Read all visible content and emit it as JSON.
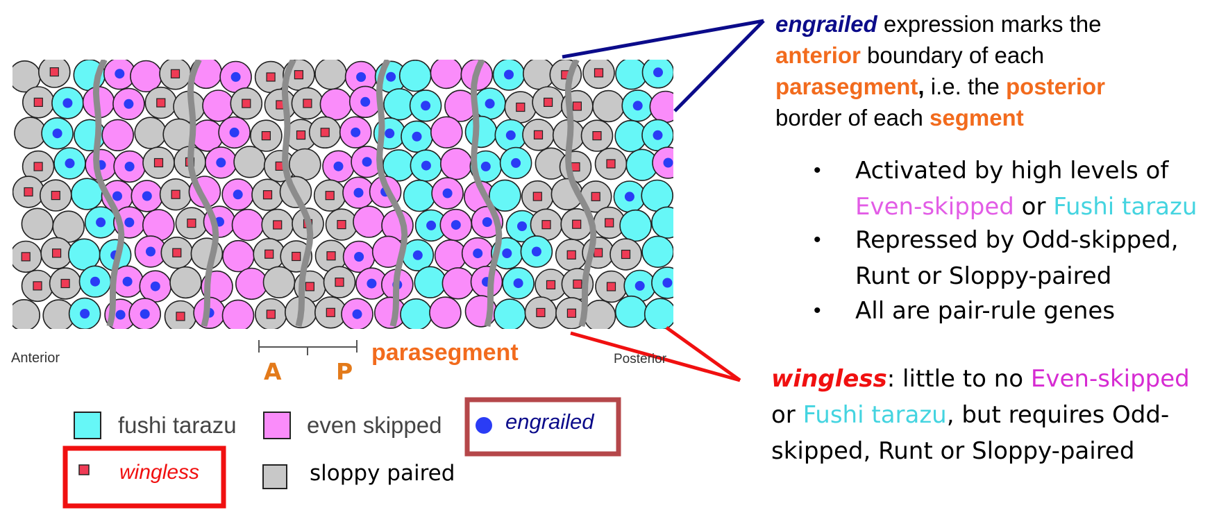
{
  "diagram": {
    "anterior_label": "Anterior",
    "posterior_label": "Posterior",
    "A_label": "A",
    "P_label": "P",
    "parasegment_label": "parasegment",
    "colors": {
      "fushi_tarazu": "#66f7f7",
      "even_skipped": "#fa8cfa",
      "sloppy_paired": "#c8c8c8",
      "engrailed_dot": "#2a3cf5",
      "wingless_marker": "#ef3b55",
      "boundary": "#8c8c8c"
    }
  },
  "legend": {
    "fushi_tarazu": "fushi tarazu",
    "even_skipped": "even skipped",
    "engrailed": "engrailed",
    "wingless": "wingless",
    "sloppy_paired": "sloppy paired"
  },
  "description": {
    "engrailed_word": "engrailed",
    "t1": " expression marks the",
    "anterior_word": "anterior",
    "t2": " boundary of each",
    "parasegment_word": "parasegment",
    "comma": ",",
    "t3": " i.e. the ",
    "posterior_word": "posterior",
    "t4": "border of each ",
    "segment_word": "segment"
  },
  "bullets": [
    {
      "a": "Activated by high levels of",
      "b_pink": "Even-skipped",
      "b_mid": " or ",
      "b_cyan": "Fushi tarazu"
    },
    {
      "a": "Repressed by Odd-skipped,",
      "b": "Runt or Sloppy-paired"
    },
    {
      "a": "All are pair-rule genes"
    }
  ],
  "bullet_symbol": "•",
  "wingless_note": {
    "wingless_word": "wingless",
    "t1": ": little to no ",
    "even_skipped": "Even-skipped",
    "or_word": "or ",
    "fushi_tarazu": "Fushi tarazu",
    "t2": ", but requires Odd-",
    "t3": "skipped, Runt or Sloppy-paired"
  }
}
